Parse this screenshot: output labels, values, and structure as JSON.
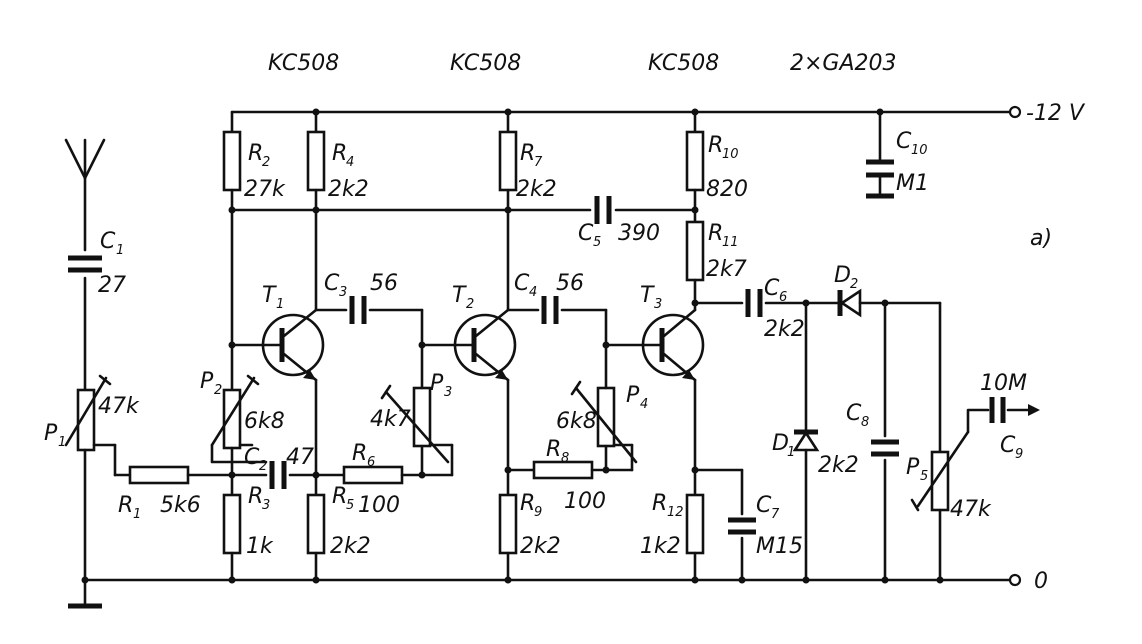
{
  "header": {
    "transistors": [
      "KC508",
      "KC508",
      "KC508"
    ],
    "diodes": "2×GA203"
  },
  "supply": {
    "positive": "-12 V",
    "ground": "0"
  },
  "figure_label": "a)",
  "components": {
    "R1": {
      "ref": "R",
      "sub": "1",
      "value": "5k6"
    },
    "R2": {
      "ref": "R",
      "sub": "2",
      "value": "27k"
    },
    "R3": {
      "ref": "R",
      "sub": "3",
      "value": "1k"
    },
    "R4": {
      "ref": "R",
      "sub": "4",
      "value": "2k2"
    },
    "R5": {
      "ref": "R",
      "sub": "5",
      "value": "2k2"
    },
    "R6": {
      "ref": "R",
      "sub": "6",
      "value": "100"
    },
    "R7": {
      "ref": "R",
      "sub": "7",
      "value": "2k2"
    },
    "R8": {
      "ref": "R",
      "sub": "8",
      "value": "100"
    },
    "R9": {
      "ref": "R",
      "sub": "9",
      "value": "2k2"
    },
    "R10": {
      "ref": "R",
      "sub": "10",
      "value": "820"
    },
    "R11": {
      "ref": "R",
      "sub": "11",
      "value": "2k7"
    },
    "R12": {
      "ref": "R",
      "sub": "12",
      "value": "1k2"
    },
    "P1": {
      "ref": "P",
      "sub": "1",
      "value": "47k"
    },
    "P2": {
      "ref": "P",
      "sub": "2",
      "value": "6k8"
    },
    "P3": {
      "ref": "P",
      "sub": "3",
      "value": "4k7"
    },
    "P4": {
      "ref": "P",
      "sub": "4",
      "value": "6k8"
    },
    "P5": {
      "ref": "P",
      "sub": "5",
      "value": "47k"
    },
    "C1": {
      "ref": "C",
      "sub": "1",
      "value": "27"
    },
    "C2": {
      "ref": "C",
      "sub": "2",
      "value": "47"
    },
    "C3": {
      "ref": "C",
      "sub": "3",
      "value": "56"
    },
    "C4": {
      "ref": "C",
      "sub": "4",
      "value": "56"
    },
    "C5": {
      "ref": "C",
      "sub": "5",
      "value": "390"
    },
    "C6": {
      "ref": "C",
      "sub": "6",
      "value": "2k2"
    },
    "C7": {
      "ref": "C",
      "sub": "7",
      "value": "M15"
    },
    "C8": {
      "ref": "C",
      "sub": "8",
      "value": "2k2"
    },
    "C9": {
      "ref": "C",
      "sub": "9",
      "value": "10M"
    },
    "C10": {
      "ref": "C",
      "sub": "10",
      "value": "M1"
    },
    "T1": {
      "ref": "T",
      "sub": "1"
    },
    "T2": {
      "ref": "T",
      "sub": "2"
    },
    "T3": {
      "ref": "T",
      "sub": "3"
    },
    "D1": {
      "ref": "D",
      "sub": "1"
    },
    "D2": {
      "ref": "D",
      "sub": "2"
    }
  }
}
